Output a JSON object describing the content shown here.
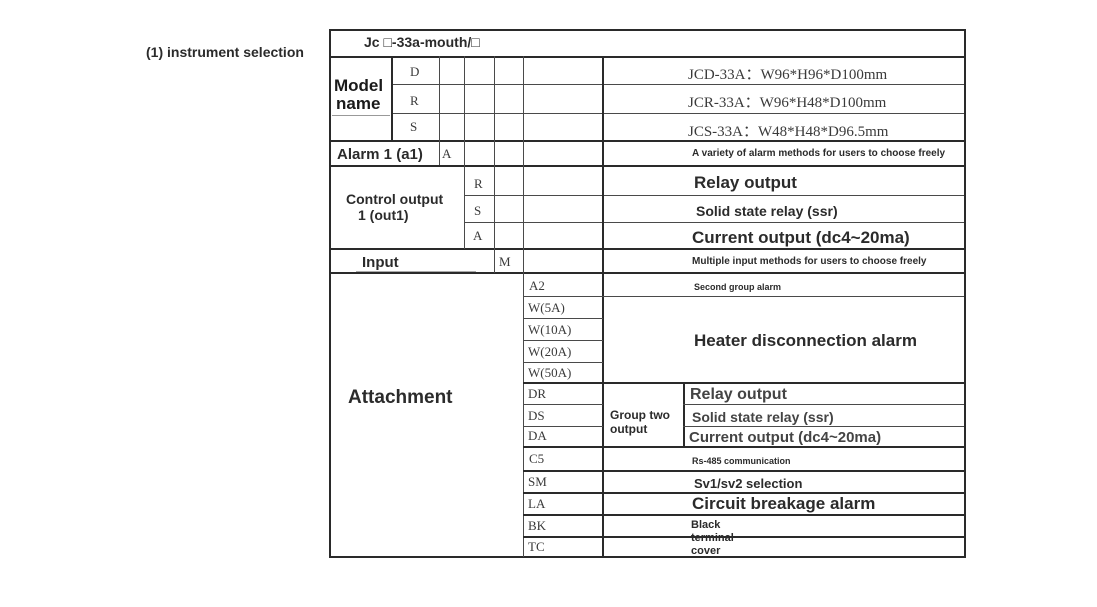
{
  "section_label": "(1) instrument selection",
  "model_code": "Jc □-33a-mouth/□",
  "model_name": {
    "label_line1": "Model",
    "label_line2": "name",
    "options": [
      {
        "code": "D",
        "desc": "JCD-33A：W96*H96*D100mm"
      },
      {
        "code": "R",
        "desc": "JCR-33A：W96*H48*D100mm"
      },
      {
        "code": "S",
        "desc": "JCS-33A：W48*H48*D96.5mm"
      }
    ]
  },
  "alarm1": {
    "label": "Alarm 1 (a1)",
    "code": "A",
    "desc": "A variety of alarm methods for users to choose freely"
  },
  "control_output": {
    "label_line1": "Control output",
    "label_line2": "1 (out1)",
    "options": [
      {
        "code": "R",
        "desc": "Relay output"
      },
      {
        "code": "S",
        "desc": "Solid state relay (ssr)"
      },
      {
        "code": "A",
        "desc": "Current output (dc4~20ma)"
      }
    ]
  },
  "input": {
    "label": "Input",
    "code": "M",
    "desc": "Multiple input methods for users to choose freely"
  },
  "attachment": {
    "label": "Attachment",
    "a2": {
      "code": "A2",
      "desc": "Second group alarm"
    },
    "heater": {
      "codes": [
        "W(5A)",
        "W(10A)",
        "W(20A)",
        "W(50A)"
      ],
      "desc": "Heater disconnection alarm"
    },
    "group_two": {
      "label_line1": "Group two",
      "label_line2": "output",
      "options": [
        {
          "code": "DR",
          "desc": "Relay output"
        },
        {
          "code": "DS",
          "desc": "Solid state relay (ssr)"
        },
        {
          "code": "DA",
          "desc": "Current output (dc4~20ma)"
        }
      ]
    },
    "c5": {
      "code": "C5",
      "desc": "Rs-485 communication"
    },
    "sm": {
      "code": "SM",
      "desc": "Sv1/sv2 selection"
    },
    "la": {
      "code": "LA",
      "desc": "Circuit breakage alarm"
    },
    "bk": {
      "code": "BK",
      "desc_line1": "Black",
      "desc_line2": "terminal",
      "desc_line3": "cover"
    },
    "tc": {
      "code": "TC"
    }
  }
}
